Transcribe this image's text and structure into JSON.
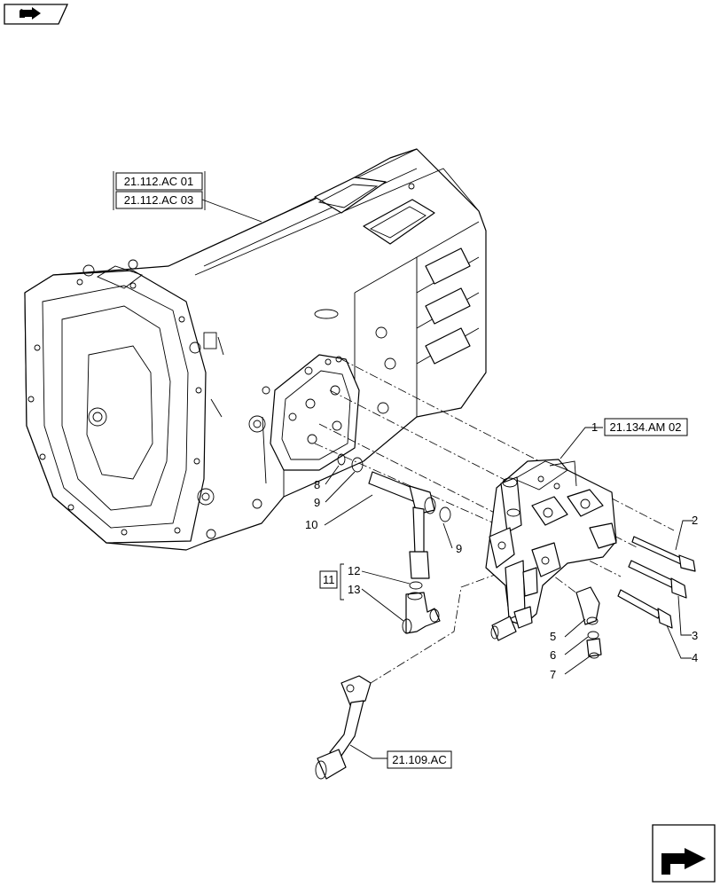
{
  "references": {
    "housing_1": "21.112.AC 01",
    "housing_2": "21.112.AC 03",
    "valve": "21.134.AM 02",
    "pipe": "21.109.AC"
  },
  "callouts": [
    "1",
    "2",
    "3",
    "4",
    "5",
    "6",
    "7",
    "8",
    "9",
    "9",
    "10",
    "11",
    "12",
    "13"
  ],
  "icons": {
    "top_left": "previous-page-arrow-icon",
    "bottom_right": "next-page-arrow-icon"
  }
}
